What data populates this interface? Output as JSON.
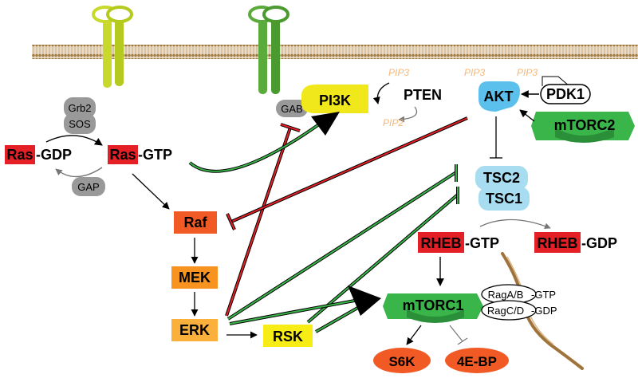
{
  "nodes": {
    "grb2": "Grb2",
    "sos": "SOS",
    "ras_gdp_prefix": "Ras",
    "ras_gdp_suffix": "-GDP",
    "ras_gtp_prefix": "Ras",
    "ras_gtp_suffix": "-GTP",
    "gap": "GAP",
    "gab": "GAB",
    "pi3k": "PI3K",
    "pten": "PTEN",
    "pip3_a": "PIP3",
    "pip2": "PIP2",
    "pip3_b": "PIP3",
    "pip3_c": "PIP3",
    "akt": "AKT",
    "pdk1": "PDK1",
    "mtorc2": "mTORC2",
    "tsc2": "TSC2",
    "tsc1": "TSC1",
    "raf": "Raf",
    "mek": "MEK",
    "erk": "ERK",
    "rsk": "RSK",
    "rheb_gtp_prefix": "RHEB",
    "rheb_gtp_suffix": "-GTP",
    "rheb_gdp_prefix": "RHEB",
    "rheb_gdp_suffix": "-GDP",
    "mtorc1": "mTORC1",
    "rag_ab": "RagA/B",
    "rag_ab_state": "-GTP",
    "rag_cd": "RagC/D",
    "rag_cd_state": "-GDP",
    "s6k": "S6K",
    "e4bp": "4E-BP"
  },
  "colors": {
    "ras_red": "#e41f26",
    "raf_orange": "#f15a24",
    "mek_orange": "#f7931e",
    "erk_yellow": "#fbb03b",
    "rsk_yellow": "#f7ec13",
    "pi3k_yellow": "#f0e81b",
    "akt_blue": "#5bc0eb",
    "tsc_blue": "#a8dcf0",
    "mtor_green": "#39b54a",
    "grey_complex": "#999999",
    "inhibit_red": "#e41f26",
    "activate_green": "#39b54a",
    "pip_peach": "#f6b87a",
    "effector_orange": "#f15a24"
  }
}
